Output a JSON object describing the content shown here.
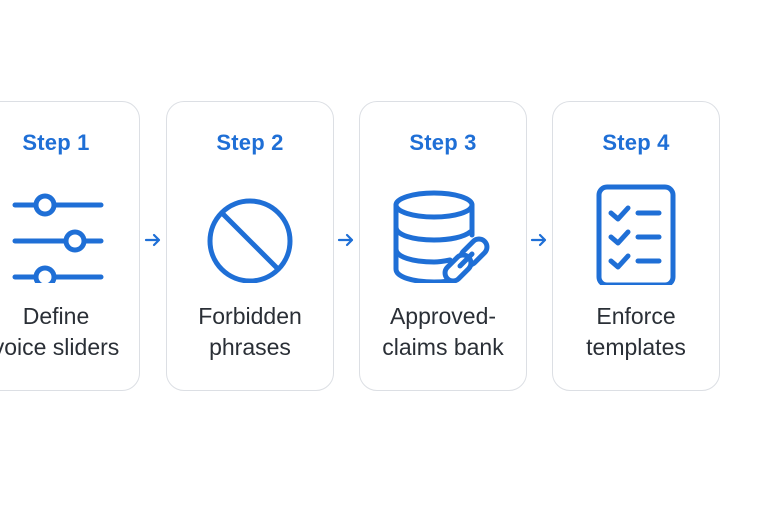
{
  "colors": {
    "accent": "#1f6fd6",
    "card_border": "#dcdfe4",
    "text": "#2a2f36"
  },
  "steps": [
    {
      "label": "Step 1",
      "caption_lines": [
        "Define",
        "voice sliders"
      ],
      "icon": "sliders-icon"
    },
    {
      "label": "Step 2",
      "caption_lines": [
        "Forbidden",
        "phrases"
      ],
      "icon": "prohibited-icon"
    },
    {
      "label": "Step 3",
      "caption_lines": [
        "Approved-",
        "claims bank"
      ],
      "icon": "database-link-icon"
    },
    {
      "label": "Step 4",
      "caption_lines": [
        "Enforce",
        "templates"
      ],
      "icon": "checklist-icon"
    }
  ],
  "connectors": [
    "arrow-right-icon",
    "arrow-right-icon",
    "arrow-right-icon"
  ]
}
